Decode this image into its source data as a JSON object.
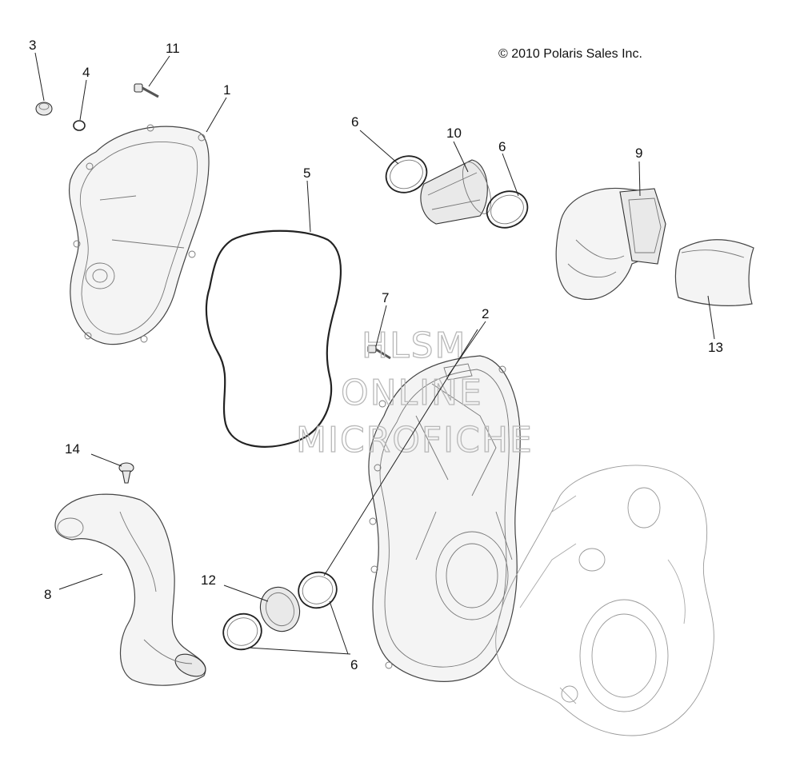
{
  "copyright": "© 2010 Polaris Sales Inc.",
  "watermark": [
    "HLSM",
    "ONLINE",
    "MICROFICHE"
  ],
  "callouts": [
    {
      "id": "3",
      "label": "3"
    },
    {
      "id": "4",
      "label": "4"
    },
    {
      "id": "11",
      "label": "11"
    },
    {
      "id": "1",
      "label": "1"
    },
    {
      "id": "5",
      "label": "5"
    },
    {
      "id": "6a",
      "label": "6"
    },
    {
      "id": "10",
      "label": "10"
    },
    {
      "id": "6b",
      "label": "6"
    },
    {
      "id": "9",
      "label": "9"
    },
    {
      "id": "13",
      "label": "13"
    },
    {
      "id": "7",
      "label": "7"
    },
    {
      "id": "2",
      "label": "2"
    },
    {
      "id": "14",
      "label": "14"
    },
    {
      "id": "8",
      "label": "8"
    },
    {
      "id": "12",
      "label": "12"
    },
    {
      "id": "6c",
      "label": "6"
    }
  ]
}
